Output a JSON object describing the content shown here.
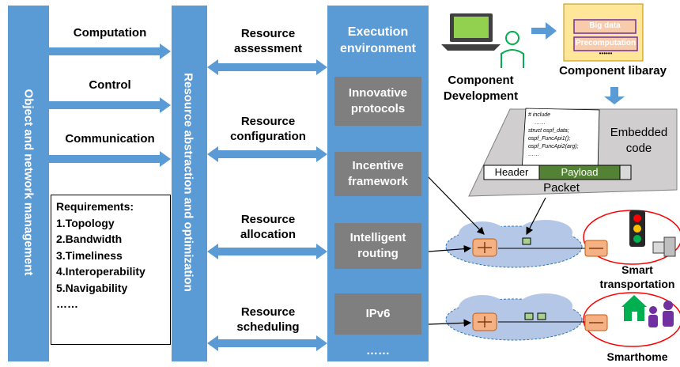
{
  "left_panel": {
    "label": "Object and network management"
  },
  "middle_panel": {
    "label": "Resource abstraction and optimization"
  },
  "flows": [
    {
      "label": "Computation"
    },
    {
      "label": "Control"
    },
    {
      "label": "Communication"
    }
  ],
  "requirements": {
    "title": "Requirements:",
    "items": [
      "1.Topology",
      "2.Bandwidth",
      "3.Timeliness",
      "4.Interoperability",
      "5.Navigability",
      "……"
    ]
  },
  "resource_ops": [
    {
      "line1": "Resource",
      "line2": "assessment"
    },
    {
      "line1": "Resource",
      "line2": "configuration"
    },
    {
      "line1": "Resource",
      "line2": "allocation"
    },
    {
      "line1": "Resource",
      "line2": "scheduling"
    }
  ],
  "exec_env": {
    "title_line1": "Execution",
    "title_line2": "environment",
    "boxes": [
      {
        "line1": "Innovative",
        "line2": "protocols"
      },
      {
        "line1": "Incentive",
        "line2": "framework"
      },
      {
        "line1": "Intelligent",
        "line2": "routing"
      },
      {
        "line1": "IPv6",
        "line2": ""
      }
    ],
    "ellipsis": "……"
  },
  "component_dev": {
    "line1": "Component",
    "line2": "Development"
  },
  "component_lib": {
    "label": "Component libaray",
    "book1": "Big data",
    "book2": "Precomputation",
    "dots": "••••••"
  },
  "packet": {
    "code_lines": [
      "# include",
      "……",
      "struct ospf_data;",
      "ospf_FuncApi1();",
      "ospf_FuncApi2(arg);",
      "……"
    ],
    "embedded_line1": "Embedded",
    "embedded_line2": "code",
    "header": "Header",
    "payload": "Payload",
    "label": "Packet"
  },
  "targets": {
    "smart_transport_line1": "Smart",
    "smart_transport_line2": "transportation",
    "smarthome": "Smarthome"
  },
  "colors": {
    "panel_blue": "#5b9bd5",
    "box_gray": "#7f7f7f",
    "payload_green": "#548235",
    "cloud_blue": "#b4c7e7",
    "cloud_red": "#ff0000",
    "router_orange": "#f4b183"
  }
}
